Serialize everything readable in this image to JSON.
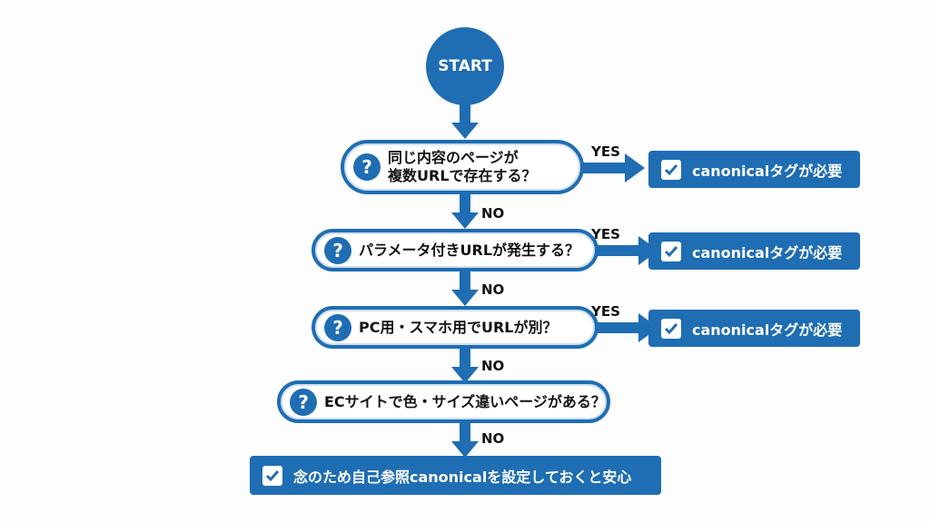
{
  "start": "START",
  "questions": [
    {
      "line1": "同じ内容のページが",
      "line2": "複数URLで存在する？"
    },
    {
      "text": "パラメータ付きURLが発生する？"
    },
    {
      "text": "PC用・スマホ用でURLが別？"
    },
    {
      "text": "ECサイトで色・サイズ違いページがある？"
    }
  ],
  "yes_label": "YES",
  "no_label": "NO",
  "result_label": "canonicalタグが必要",
  "final_label": "念のため自己参照canonicalを設定しておくと安心",
  "colors": {
    "primary": "#1f6db3"
  }
}
